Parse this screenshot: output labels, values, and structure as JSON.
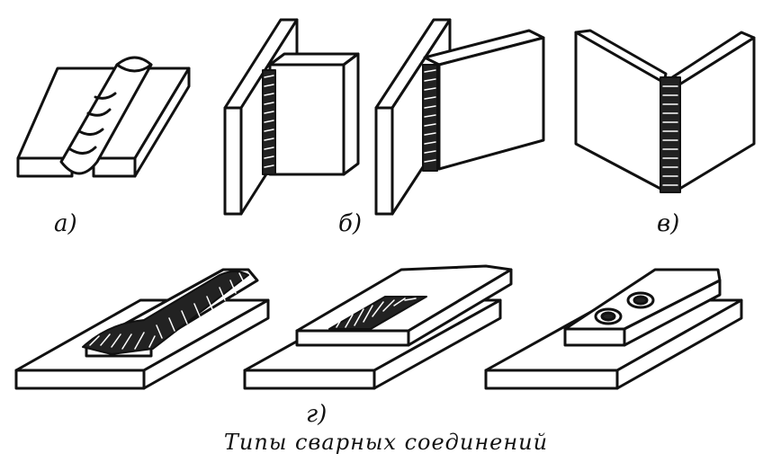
{
  "labels": {
    "a": "а)",
    "b": "б)",
    "v": "в)",
    "g": "г)"
  },
  "caption": "Типы сварных соединений"
}
